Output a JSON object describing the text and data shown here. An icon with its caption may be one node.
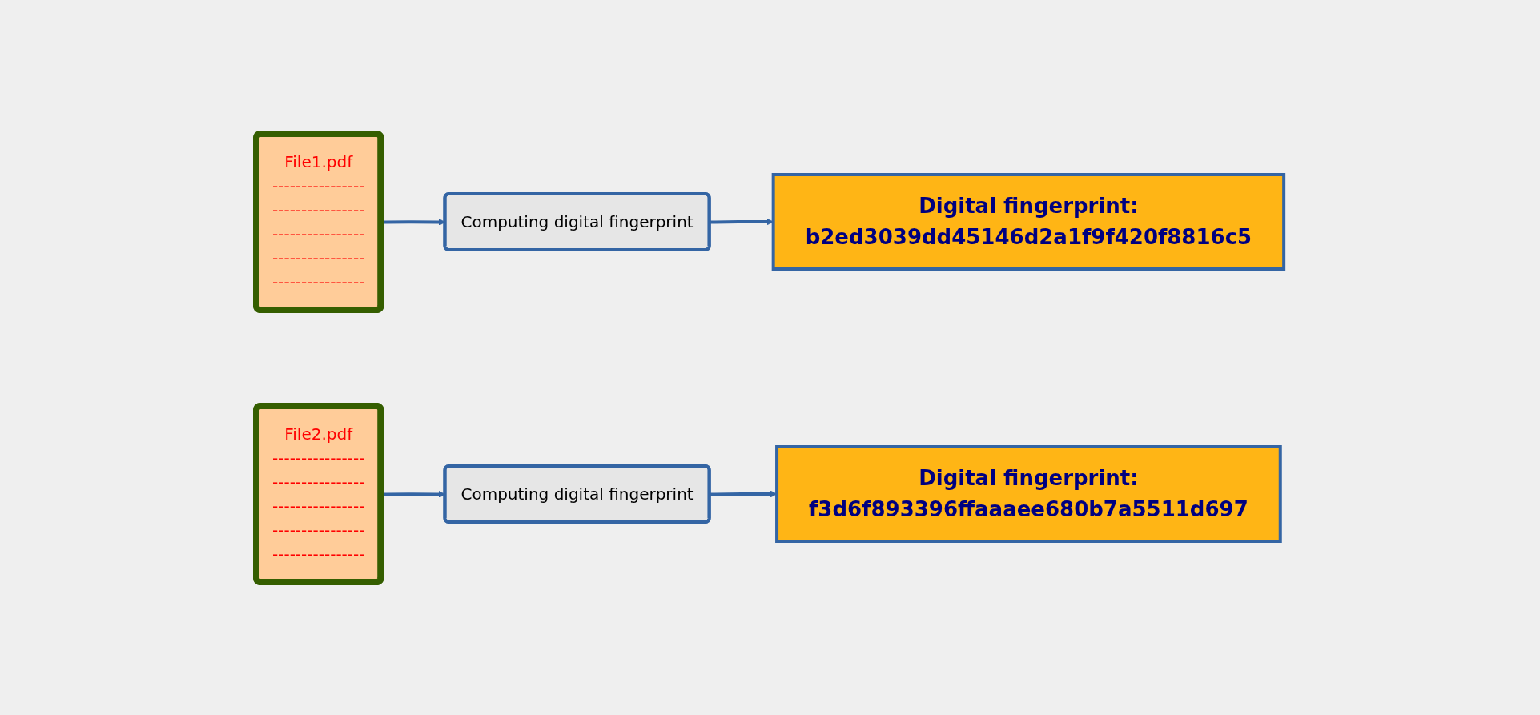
{
  "diagram": {
    "nodes": [
      {
        "text": [
          "File1.pdf",
          "----------------",
          "----------------",
          "----------------",
          "----------------",
          "----------------"
        ]
      },
      {
        "text": [
          "Computing digital fingerprint"
        ]
      },
      {
        "text": [
          "Digital fingerprint:",
          "b2ed3039dd45146d2a1f9f420f8816c5"
        ]
      },
      {
        "text": [
          "File2.pdf",
          "----------------",
          "----------------",
          "----------------",
          "----------------",
          "----------------"
        ]
      },
      {
        "text": [
          "Computing digital fingerprint"
        ]
      },
      {
        "text": [
          "Digital fingerprint:",
          "f3d6f893396ffaaaee680b7a5511d697"
        ]
      }
    ],
    "edges": [
      {
        "from": 0,
        "to": 1,
        "arrow": "to"
      },
      {
        "from": 1,
        "to": 2,
        "arrow": "to"
      },
      {
        "from": 3,
        "to": 4,
        "arrow": "to"
      },
      {
        "from": 4,
        "to": 5,
        "arrow": "to"
      }
    ]
  }
}
